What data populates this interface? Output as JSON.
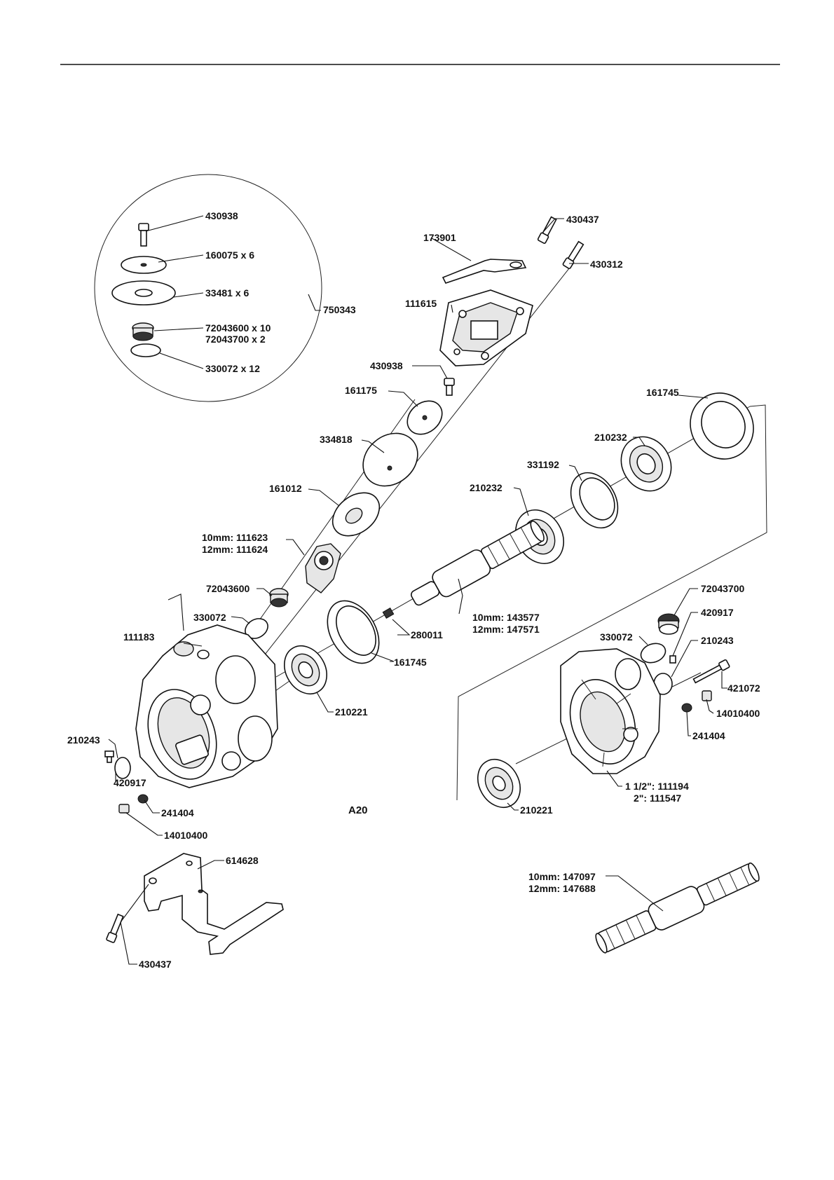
{
  "labels": {
    "l430938a": "430938",
    "l160075": "160075 x 6",
    "l33481": "33481 x 6",
    "l72043600x10": "72043600 x 10",
    "l72043700x2": "72043700 x 2",
    "l330072x12": "330072 x 12",
    "l750343": "750343",
    "l430437a": "430437",
    "l173901": "173901",
    "l430312": "430312",
    "l111615": "111615",
    "l430938b": "430938",
    "l161175": "161175",
    "l334818": "334818",
    "l161012": "161012",
    "l111623": "10mm: 111623",
    "l111624": "12mm: 111624",
    "l72043600": "72043600",
    "l330072a": "330072",
    "l111183": "111183",
    "l210243a": "210243",
    "l420917a": "420917",
    "l241404a": "241404",
    "l14010400a": "14010400",
    "lA20": "A20",
    "l161745a": "161745",
    "l210232a": "210232",
    "l331192": "331192",
    "l210232b": "210232",
    "l143577": "10mm: 143577",
    "l147571": "12mm: 147571",
    "l280011": "280011",
    "l161745b": "161745",
    "l210221a": "210221",
    "l72043700": "72043700",
    "l420917b": "420917",
    "l330072b": "330072",
    "l210243b": "210243",
    "l421072": "421072",
    "l14010400b": "14010400",
    "l241404b": "241404",
    "l111194": "1 1/2\": 111194",
    "l111547": "2\": 111547",
    "l210221b": "210221",
    "l614628": "614628",
    "l430437b": "430437",
    "l147097": "10mm: 147097",
    "l147688": "12mm: 147688"
  }
}
